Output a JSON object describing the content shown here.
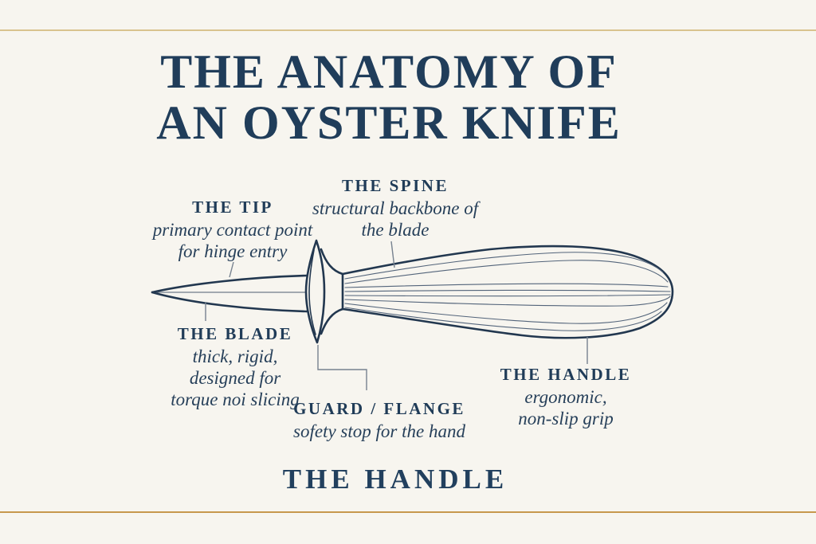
{
  "colors": {
    "background": "#f7f5ef",
    "ink": "#22374f",
    "title_color": "#203d5a",
    "leader_color": "#77828f",
    "gold_rule_top": "#d9c38e",
    "gold_rule_bottom": "#c7984d"
  },
  "header": {
    "title_line1": "THE ANATOMY OF",
    "title_line2": "AN OYSTER KNIFE"
  },
  "parts": {
    "tip": {
      "title": "THE TIP",
      "desc": [
        "primary contact point",
        "for hinge entry"
      ]
    },
    "spine": {
      "title": "THE SPINE",
      "desc": [
        "structural backbone of",
        "the blade"
      ]
    },
    "blade": {
      "title": "THE BLADE",
      "desc": [
        "thick, rigid,",
        "designed for",
        "torque noi slicing"
      ]
    },
    "guard": {
      "title": "GUARD / FLANGE",
      "desc": [
        "sofety stop for the hand"
      ]
    },
    "handle": {
      "title": "THE HANDLE",
      "desc": [
        "ergonomic,",
        "non-slip grip"
      ]
    }
  },
  "footer": {
    "title": "THE HANDLE"
  }
}
